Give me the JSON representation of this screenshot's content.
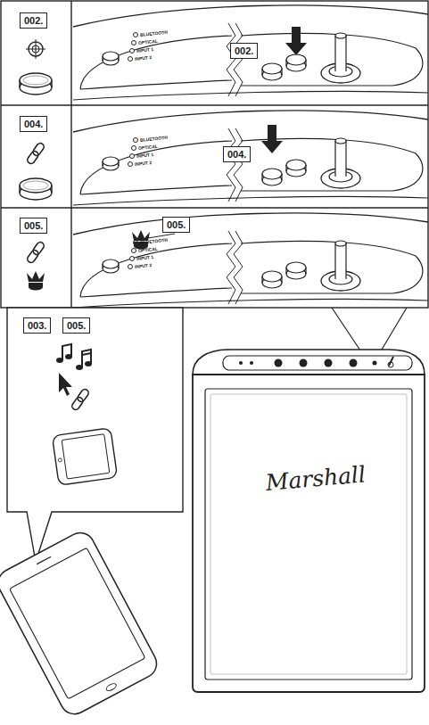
{
  "diagram": {
    "labels": [
      "002.",
      "BLUETOOTH",
      "OPTICAL",
      "INPUT 1",
      "INPUT 2",
      "002.",
      "004.",
      "BLUETOOTH",
      "OPTICAL",
      "INPUT 1",
      "INPUT 2",
      "004.",
      "005.",
      "BLUETOOTH",
      "OPTICAL",
      "INPUT 1",
      "INPUT 2",
      "005.",
      "003.",
      "005.",
      "Marshall"
    ]
  }
}
